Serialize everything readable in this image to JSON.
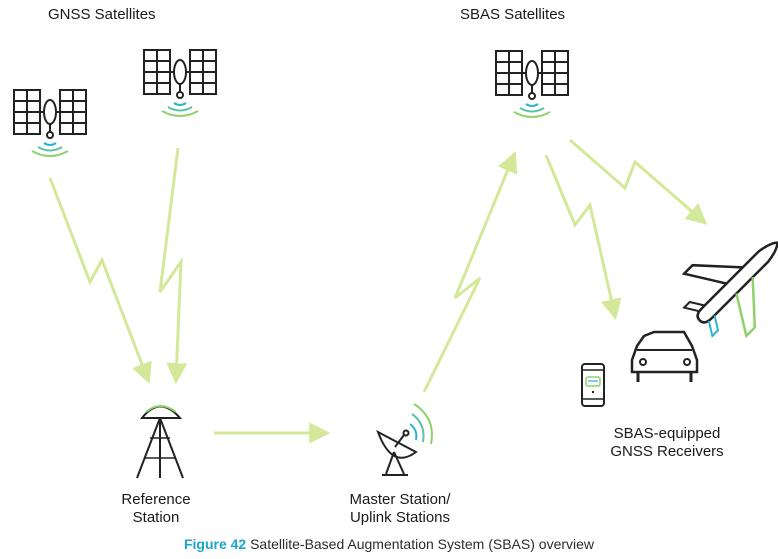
{
  "labels": {
    "gnss_satellites": "GNSS Satellites",
    "sbas_satellites": "SBAS Satellites",
    "reference_station": [
      "Reference",
      "Station"
    ],
    "master_station": [
      "Master Station/",
      "Uplink Stations"
    ],
    "receivers": [
      "SBAS-equipped",
      "GNSS Receivers"
    ]
  },
  "caption": {
    "figure": "Figure 42",
    "text": "Satellite-Based Augmentation System (SBAS) overview"
  },
  "colors": {
    "link": "#d4e89a",
    "icon": "#222222",
    "signal_green": "#8fd16a",
    "signal_blue": "#2ab4cf",
    "figure_label": "#1aa6c8"
  }
}
